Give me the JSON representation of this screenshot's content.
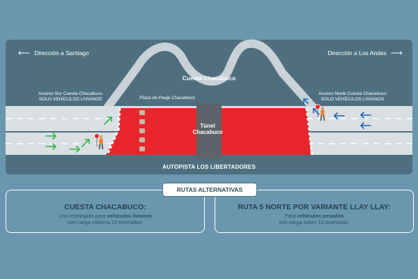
{
  "directions": {
    "left": "Dirección a Santiago",
    "right": "Dirección a Los Andes"
  },
  "labels": {
    "cuesta": "Cuesta Chacabuco",
    "acceso_sur_1": "Acceso Sur Cuesta Chacabuco",
    "acceso_sur_2": "SOLO VEHÍCULOS LIVIANOS",
    "acceso_norte_1": "Acceso Norte Cuesta Chacabuco",
    "acceso_norte_2": "SOLO VEHÍCULOS LIVIANOS",
    "peaje": "Plaza de Peaje Chacabuco",
    "tunnel_1": "Túnel",
    "tunnel_2": "Chacabuco",
    "autopista": "AUTOPISTA LOS LIBERTADORES"
  },
  "alternatives": {
    "title": "RUTAS ALTERNATIVAS",
    "left": {
      "heading": "CUESTA CHACABUCO:",
      "line1_pre": "Uso restringido para ",
      "line1_bold": "vehículos livianos",
      "line2": "con carga máxima 10 toneladas."
    },
    "right": {
      "heading": "RUTA 5 NORTE POR VARIANTE LLAY LLAY:",
      "line1_pre": "Para ",
      "line1_bold": "vehículos pesados",
      "line2": "con carga sobre 10 toneladas."
    }
  },
  "colors": {
    "background": "#6b97ae",
    "panel": "#4f6f80",
    "road": "#d9dfe3",
    "closure": "#e8262c",
    "tunnel": "#5d6369",
    "arrow_green": "#2fb24a",
    "arrow_blue": "#1f5fb5"
  }
}
